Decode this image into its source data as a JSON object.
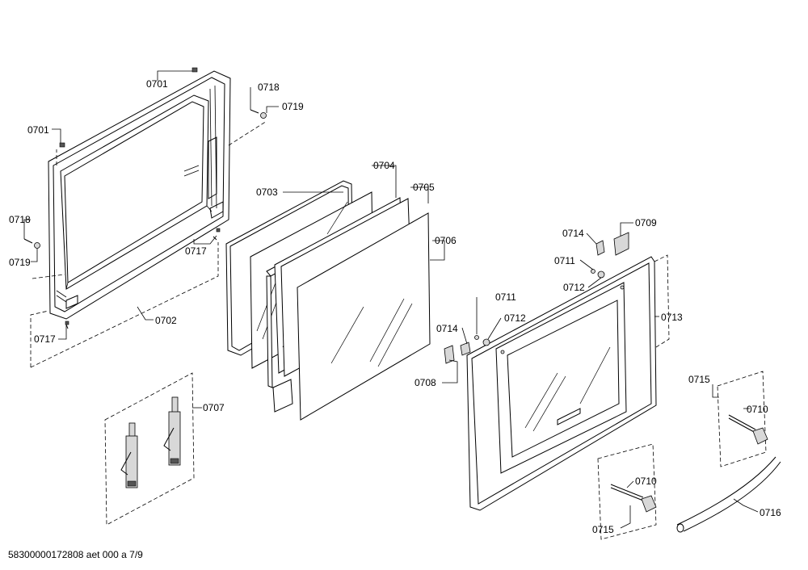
{
  "labels": {
    "l0701a": "0701",
    "l0701b": "0701",
    "l0718a": "0718",
    "l0719a": "0719",
    "l0718b": "0718",
    "l0719b": "0719",
    "l0717a": "0717",
    "l0717b": "0717",
    "l0702": "0702",
    "l0703": "0703",
    "l0704": "0704",
    "l0705": "0705",
    "l0706": "0706",
    "l0707": "0707",
    "l0714a": "0714",
    "l0709": "0709",
    "l0711a": "0711",
    "l0712a": "0712",
    "l0711b": "0711",
    "l0714b": "0714",
    "l0712b": "0712",
    "l0708": "0708",
    "l0713": "0713",
    "l0715a": "0715",
    "l0710a": "0710",
    "l0710b": "0710",
    "l0715b": "0715",
    "l0716": "0716"
  },
  "footer": "58300000172808 aet 000 a 7/9"
}
